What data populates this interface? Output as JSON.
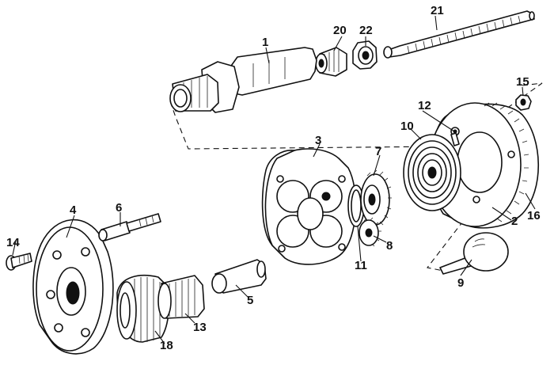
{
  "callouts": {
    "p1": "1",
    "p2": "2",
    "p3": "3",
    "p4": "4",
    "p5": "5",
    "p6": "6",
    "p7": "7",
    "p8": "8",
    "p9": "9",
    "p10": "10",
    "p11": "11",
    "p12": "12",
    "p13": "13",
    "p14": "14",
    "p15": "15",
    "p16": "16",
    "p18": "18",
    "p20": "20",
    "p21": "21",
    "p22": "22"
  },
  "colors": {
    "ink": "#111111",
    "paper": "#ffffff"
  }
}
